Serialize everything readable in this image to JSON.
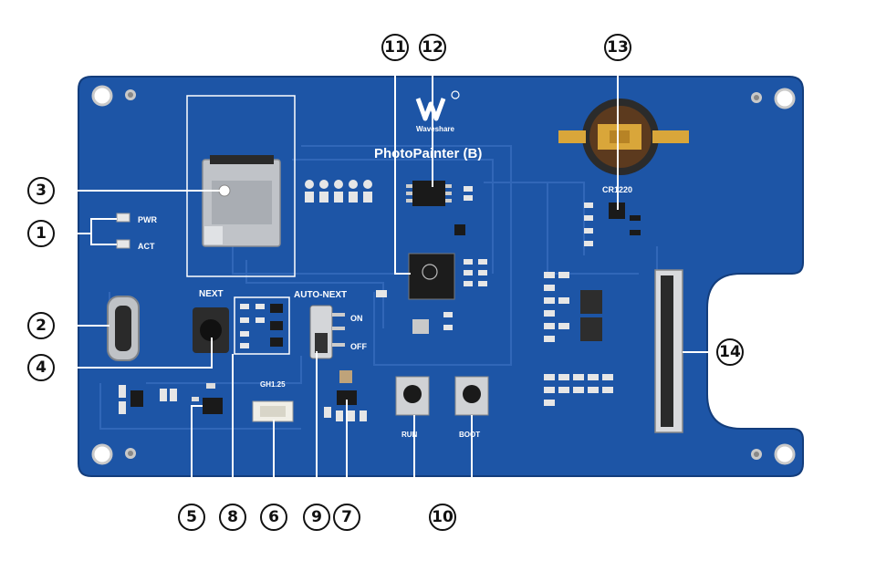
{
  "board": {
    "brand": "Waveshare",
    "product": "PhotoPainter (B)",
    "colors": {
      "pcb": "#1d55a6",
      "pcb_dark": "#17468c",
      "silk": "#ffffff",
      "callout": "#111111"
    }
  },
  "silkscreen": {
    "pwr": "PWR",
    "act": "ACT",
    "next": "NEXT",
    "auto_next": "AUTO-NEXT",
    "on": "ON",
    "off": "OFF",
    "gh": "GH1.25",
    "run": "RUN",
    "boot": "BOOT",
    "battery": "CR1220"
  },
  "callouts": [
    {
      "id": "1",
      "label": "①"
    },
    {
      "id": "2",
      "label": "②"
    },
    {
      "id": "3",
      "label": "③"
    },
    {
      "id": "4",
      "label": "④"
    },
    {
      "id": "5",
      "label": "⑤"
    },
    {
      "id": "6",
      "label": "⑥"
    },
    {
      "id": "7",
      "label": "⑦"
    },
    {
      "id": "8",
      "label": "⑧"
    },
    {
      "id": "9",
      "label": "⑨"
    },
    {
      "id": "10",
      "label": "⑩"
    },
    {
      "id": "11",
      "label": "⑪"
    },
    {
      "id": "12",
      "label": "⑫"
    },
    {
      "id": "13",
      "label": "⑬"
    },
    {
      "id": "14",
      "label": "⑭"
    }
  ]
}
